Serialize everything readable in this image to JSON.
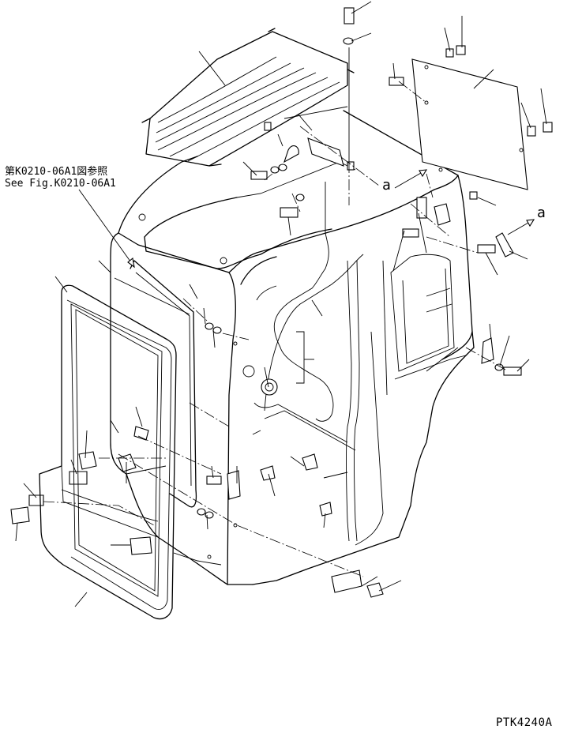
{
  "reference_note": {
    "line1": "第K0210-06A1図参照",
    "line2": "See Fig.K0210-06A1"
  },
  "markers": {
    "a1": "a",
    "a2": "a"
  },
  "drawing_code": "PTK4240A"
}
